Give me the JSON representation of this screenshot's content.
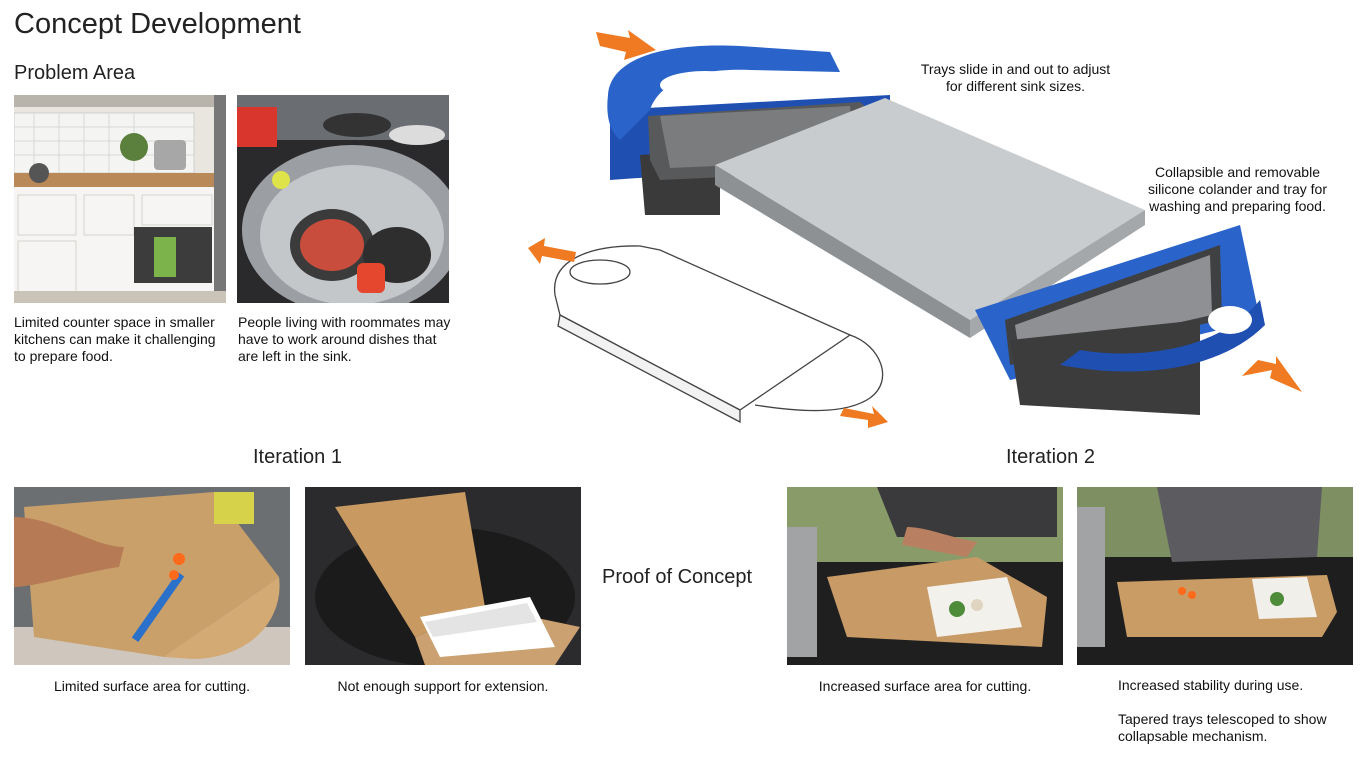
{
  "header": {
    "title": "Concept Development"
  },
  "problem": {
    "heading": "Problem Area",
    "captions": [
      "Limited counter space in smaller kitchens can make it challenging to prepare food.",
      "People living with roommates may have to work around dishes that are left in the sink."
    ]
  },
  "render": {
    "notes": [
      "Trays slide in and out to adjust for different sink sizes.",
      "Collapsible and removable silicone colander and tray for washing and preparing food."
    ]
  },
  "iteration1": {
    "heading": "Iteration 1",
    "captions": [
      "Limited surface area for cutting.",
      "Not enough support for extension."
    ]
  },
  "proof": {
    "label": "Proof of Concept"
  },
  "iteration2": {
    "heading": "Iteration 2",
    "captions": [
      "Increased surface area for cutting.",
      "Increased stability during use.",
      "Tapered trays telescoped to show collapsable mechanism."
    ]
  },
  "colors": {
    "accent_orange": "#f07a22",
    "tray_blue": "#2a63c9",
    "board_steel": "#b8bcc0",
    "wood": "#c89a62"
  }
}
